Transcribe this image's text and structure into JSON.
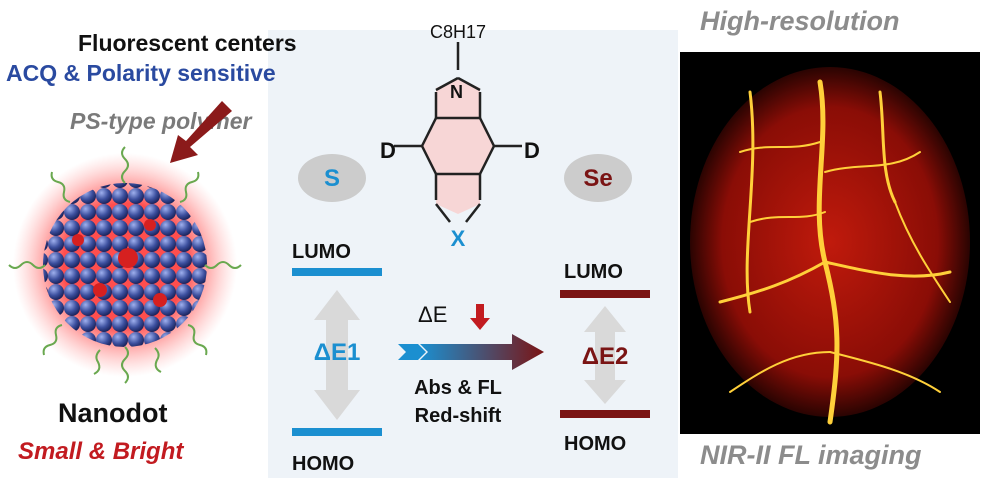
{
  "left": {
    "fluorescent_centers": "Fluorescent centers",
    "acq_polarity": "ACQ & Polarity sensitive",
    "ps_type": "PS-type polymer",
    "nanodot": "Nanodot",
    "small_bright": "Small & Bright"
  },
  "molecule": {
    "chain": "C8H17",
    "n_label": "N",
    "d_label": "D",
    "x_label": "X"
  },
  "energy": {
    "atom_left": "S",
    "atom_right": "Se",
    "lumo": "LUMO",
    "homo": "HOMO",
    "de1": "ΔE1",
    "de2": "ΔE2",
    "de": "ΔE",
    "shift_line1": "Abs & FL",
    "shift_line2": "Red-shift"
  },
  "right": {
    "title": "High-resolution",
    "caption": "NIR-II FL imaging"
  },
  "colors": {
    "blue": "#1b8fd0",
    "darkred": "#7a1414",
    "red": "#c21b20",
    "navy": "#2a4aa0",
    "gray": "#8c8c8c"
  }
}
